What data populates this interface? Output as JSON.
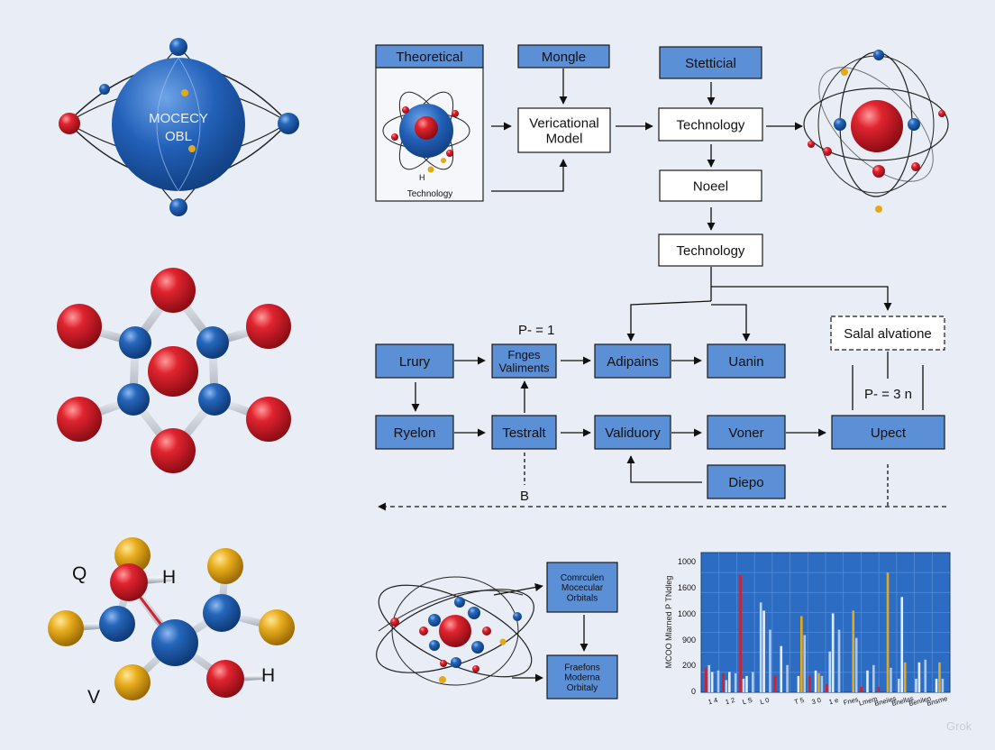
{
  "colors": {
    "background": "#e9eef6",
    "box_blue": "#5b8fd6",
    "box_blue_dark": "#3a6fbf",
    "box_white": "#ffffff",
    "atom_red": "#d3202c",
    "atom_blue": "#1f5fae",
    "atom_yellow": "#e3a91a",
    "bond_grey": "#c6ccd6",
    "chart_bg": "#2d6cc3"
  },
  "molecule_globe": {
    "label_line1": "MOCECY",
    "label_line2": "OBL"
  },
  "flow_top": {
    "theoretical": "Theoretical",
    "theoretical_caption": "Technology",
    "theoretical_small_label": "H",
    "mongle": "Mongle",
    "verticational_line1": "Vericational",
    "verticational_line2": "Model",
    "stetticial": "Stetticial",
    "technology_1": "Technology",
    "noeel": "Noeel",
    "technology_2": "Technology"
  },
  "flow_middle": {
    "salal": "Salal alvatione",
    "p1_label": "P- = 1",
    "p3_label": "P- = 3 n",
    "b_label": "B",
    "lrury": "Lrury",
    "fnges_line1": "Fnges",
    "fnges_line2": "Valiments",
    "adipains": "Adipains",
    "uanin": "Uanin",
    "ryelon": "Ryelon",
    "testralt": "Testralt",
    "validuory": "Validuory",
    "voner": "Voner",
    "upect": "Upect",
    "diepo": "Diepo"
  },
  "molecule_bottom": {
    "label_q": "Q",
    "label_h1": "H",
    "label_h2": "H",
    "label_v": "V"
  },
  "orbital_flow": {
    "box1_line1": "Comrculen",
    "box1_line2": "Mocecular",
    "box1_line3": "Orbitals",
    "box2_line1": "Fraefons",
    "box2_line2": "Moderna",
    "box2_line3": "Orbitaly"
  },
  "watermark": "Grok",
  "chart_data": {
    "type": "bar",
    "ylabel": "MCOO Mlarned P TNdleg",
    "yticks": [
      "1000",
      "1600",
      "1000",
      "900",
      "200",
      "0"
    ],
    "xticks": [
      "1 4",
      "1 2",
      "L S",
      "L 0",
      "",
      "T 5",
      "3 0",
      "1 e",
      "Fnes",
      "Lmem",
      "Bneiies",
      "Bnellas",
      "Benilen",
      "Bnsme"
    ],
    "ylim": [
      0,
      1000
    ],
    "series": [
      {
        "color": "#d3202c",
        "values": [
          180,
          140,
          860,
          0,
          120,
          0,
          120,
          60,
          0,
          40,
          40,
          0,
          0,
          0
        ]
      },
      {
        "color": "#bcd7f2",
        "values": [
          200,
          90,
          100,
          660,
          0,
          0,
          0,
          300,
          0,
          0,
          0,
          100,
          100,
          0
        ]
      },
      {
        "color": "#e8edf5",
        "values": [
          150,
          150,
          120,
          600,
          340,
          120,
          160,
          580,
          0,
          160,
          0,
          700,
          220,
          100
        ]
      },
      {
        "color": "#e3a91a",
        "values": [
          0,
          0,
          0,
          0,
          0,
          560,
          140,
          0,
          600,
          0,
          880,
          220,
          0,
          220
        ]
      },
      {
        "color": "#a9c9ec",
        "values": [
          160,
          140,
          150,
          460,
          200,
          420,
          120,
          460,
          400,
          200,
          180,
          0,
          240,
          100
        ]
      }
    ]
  }
}
